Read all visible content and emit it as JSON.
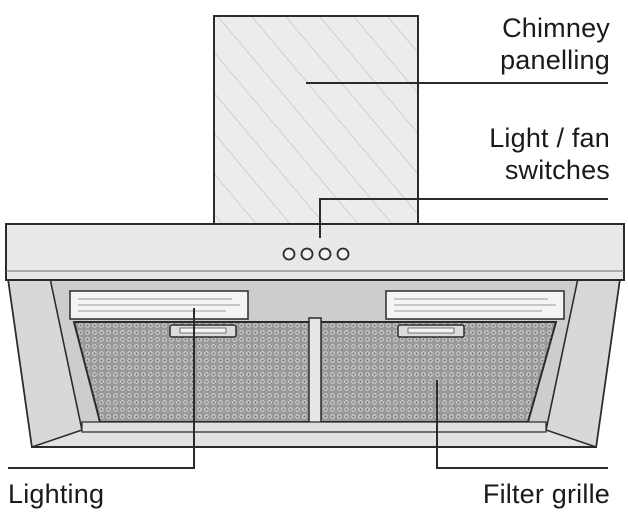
{
  "labels": {
    "chimney": {
      "line1": "Chimney",
      "line2": "panelling"
    },
    "switches": {
      "line1": "Light / fan",
      "line2": "switches"
    },
    "lighting": "Lighting",
    "filter": "Filter grille"
  },
  "colors": {
    "outline": "#2b2b2b",
    "chimney_fill": "#e9e9e9",
    "hood_fill": "#e4e4e4",
    "inner_fill": "#cfcfcf",
    "mesh_fill": "#8c8c8c",
    "lamp_fill": "#f4f4f4"
  }
}
